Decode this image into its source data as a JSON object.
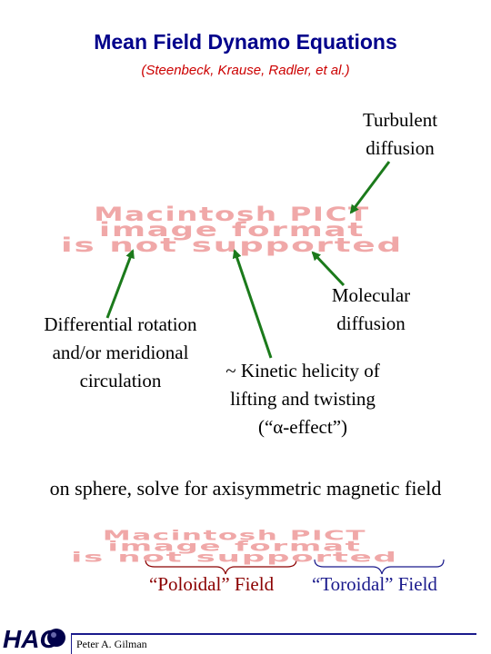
{
  "slide": {
    "title": "Mean Field Dynamo Equations",
    "subtitle": "(Steenbeck, Krause, Radler, et al.)",
    "labels": {
      "turbulent_diffusion": [
        "Turbulent",
        "diffusion"
      ],
      "molecular_diffusion": [
        "Molecular",
        "diffusion"
      ],
      "differential_rotation": [
        "Differential rotation",
        "and/or meridional",
        "circulation"
      ],
      "kinetic_helicity": [
        "~ Kinetic helicity of",
        "lifting and twisting",
        "(“α-effect”)"
      ]
    },
    "placeholder_image_1": [
      "Macintosh PICT",
      "image format",
      "is not supported"
    ],
    "placeholder_image_2": [
      "Macintosh PICT",
      "image format",
      "is not supported"
    ],
    "sphere_statement": "on sphere, solve for axisymmetric magnetic field",
    "poloidal_label": "“Poloidal” Field",
    "toroidal_label": "“Toroidal” Field",
    "footer": {
      "logo_text": "HAO",
      "author": "Peter A. Gilman"
    },
    "colors": {
      "title": "#00008b",
      "subtitle": "#cc0000",
      "arrow": "#1b7a1b",
      "poloidal": "#8b0000",
      "toroidal": "#1a1a8c"
    }
  }
}
